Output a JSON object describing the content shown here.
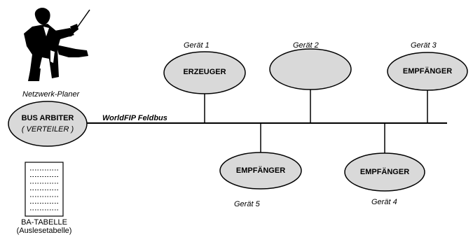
{
  "planner": {
    "label": "Netzwerk-Planer",
    "icon": "conductor-figure"
  },
  "arbiter": {
    "title": "BUS ARBITER",
    "subtitle": "( VERTEILER )"
  },
  "bus": {
    "label": "WorldFIP Feldbus"
  },
  "table": {
    "label_line1": "BA-TABELLE",
    "label_line2": "(Auslesetabelle)",
    "rows": 7,
    "icon": "document-list"
  },
  "devices": [
    {
      "id": "g1",
      "name": "Gerät 1",
      "role": "ERZEUGER"
    },
    {
      "id": "g2",
      "name": "Gerät 2",
      "role": ""
    },
    {
      "id": "g3",
      "name": "Gerät  3",
      "role": "EMPFÄNGER"
    },
    {
      "id": "g5",
      "name": "Gerät 5",
      "role": "EMPFÄNGER"
    },
    {
      "id": "g4",
      "name": "Gerät  4",
      "role": "EMPFÄNGER"
    }
  ],
  "colors": {
    "ellipse_fill": "#d9d9d9",
    "stroke": "#000000",
    "background": "#ffffff"
  }
}
